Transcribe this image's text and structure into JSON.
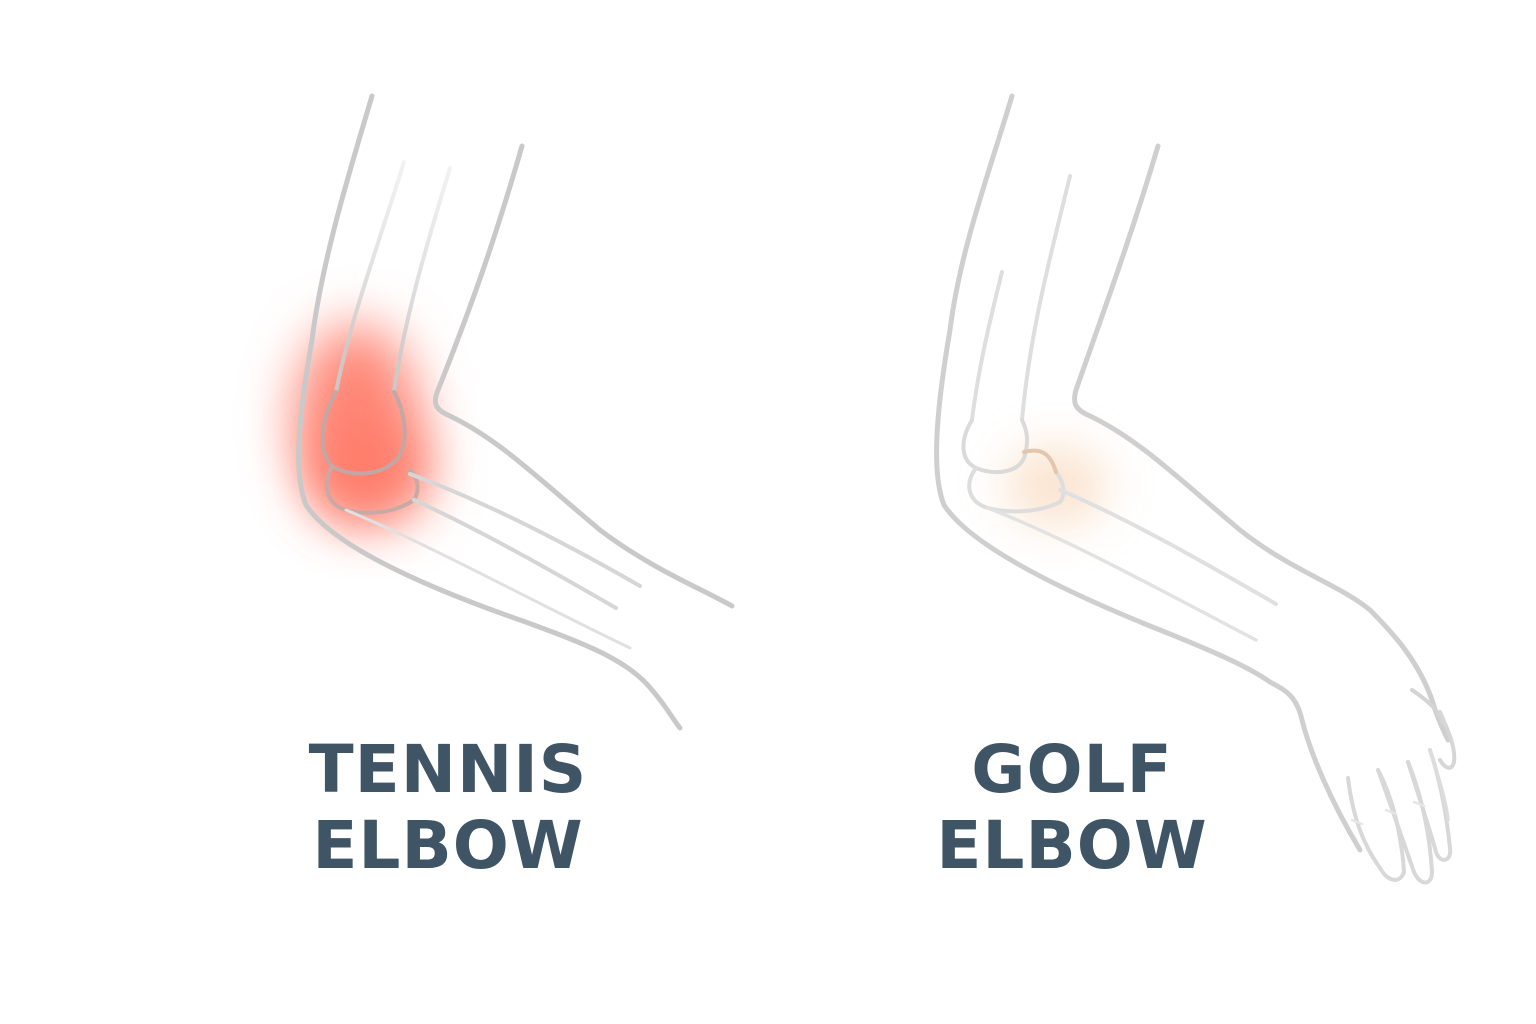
{
  "labels": {
    "tennis": {
      "line1": "TENNIS",
      "line2": "ELBOW"
    },
    "golf": {
      "line1": "GOLF",
      "line2": "ELBOW"
    }
  },
  "colors": {
    "background": "#ffffff",
    "outline": "#c9c9c9",
    "bone": "#d4d4d4",
    "label": "#3f5566",
    "tennis_highlight": "#ff7a68",
    "golf_highlight": "#f6c59a"
  },
  "highlights": {
    "tennis": {
      "intensity": 0.9
    },
    "golf": {
      "intensity": 0.45
    }
  }
}
